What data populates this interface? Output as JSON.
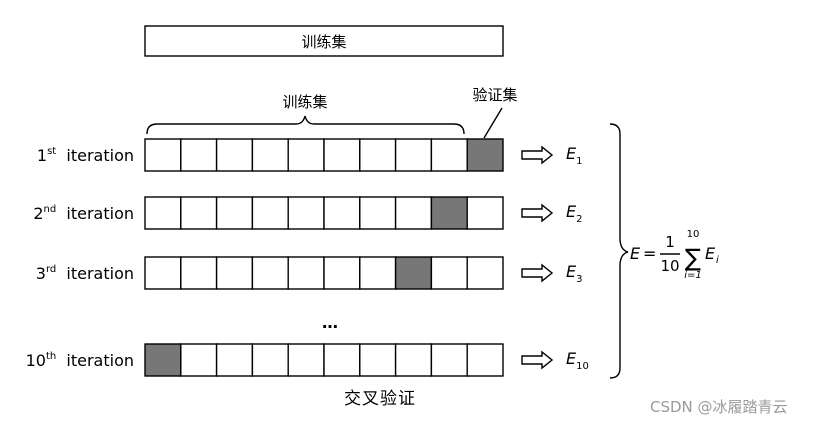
{
  "top_bar": {
    "label": "训练集"
  },
  "brace": {
    "label": "训练集"
  },
  "validation_label": "验证集",
  "iterations": [
    {
      "num": "1",
      "sup": "st",
      "word": "iteration",
      "validation_fold": 10,
      "error_sub": "1"
    },
    {
      "num": "2",
      "sup": "nd",
      "word": "iteration",
      "validation_fold": 9,
      "error_sub": "2"
    },
    {
      "num": "3",
      "sup": "rd",
      "word": "iteration",
      "validation_fold": 8,
      "error_sub": "3"
    },
    {
      "num": "10",
      "sup": "th",
      "word": "iteration",
      "validation_fold": 1,
      "error_sub": "10"
    }
  ],
  "fold_count": 10,
  "ellipsis": "…",
  "error_symbol": "E",
  "formula": {
    "lhs": "E",
    "eq": "=",
    "numerator": "1",
    "denominator": "10",
    "sum_upper": "10",
    "sum_lower": "i=1",
    "term": "E",
    "term_sub": "i"
  },
  "caption": "交叉验证",
  "watermark": "CSDN @冰履踏青云",
  "colors": {
    "validation_fill": "#777777",
    "line": "#000000",
    "watermark": "#9a9a9a"
  }
}
